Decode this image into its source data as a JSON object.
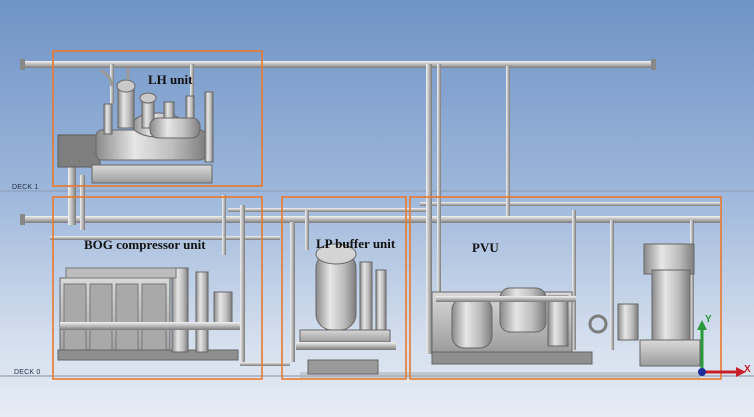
{
  "decks": [
    {
      "label": "DECK 1"
    },
    {
      "label": "DECK 0"
    }
  ],
  "units": [
    {
      "label": "LH unit"
    },
    {
      "label": "BOG compressor unit"
    },
    {
      "label": "LP buffer unit"
    },
    {
      "label": "PVU"
    }
  ],
  "axes": {
    "x_label": "X",
    "y_label": "Y",
    "x_color": "#c8202a",
    "y_color": "#2a9a3a",
    "z_color": "#1d2f9a"
  },
  "colors": {
    "highlight_box": "#e87a2e",
    "equipment": "#b8b8b8",
    "equipment_dark": "#7c7c7c"
  }
}
